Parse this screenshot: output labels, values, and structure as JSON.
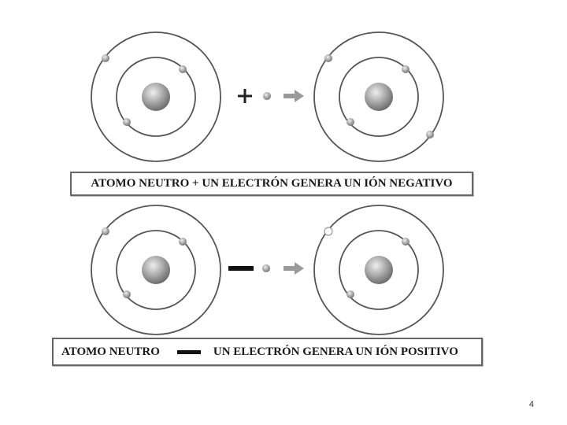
{
  "panel_negative": {
    "caption": "ATOMO NEUTRO + UN ELECTRÓN GENERA UN IÓN NEGATIVO",
    "operator_symbol": "+"
  },
  "panel_positive": {
    "caption_left": "ATOMO NEUTRO",
    "caption_right": "UN ELECTRÓN GENERA UN IÓN POSITIVO",
    "operator_symbol": "minus-bar"
  },
  "page_number": "4",
  "colors": {
    "orbit": "#555555",
    "nucleus": "#9a9a9a",
    "electron": "#a8a8a8",
    "arrow": "#9a9a9a",
    "text": "#1a1a1a"
  }
}
